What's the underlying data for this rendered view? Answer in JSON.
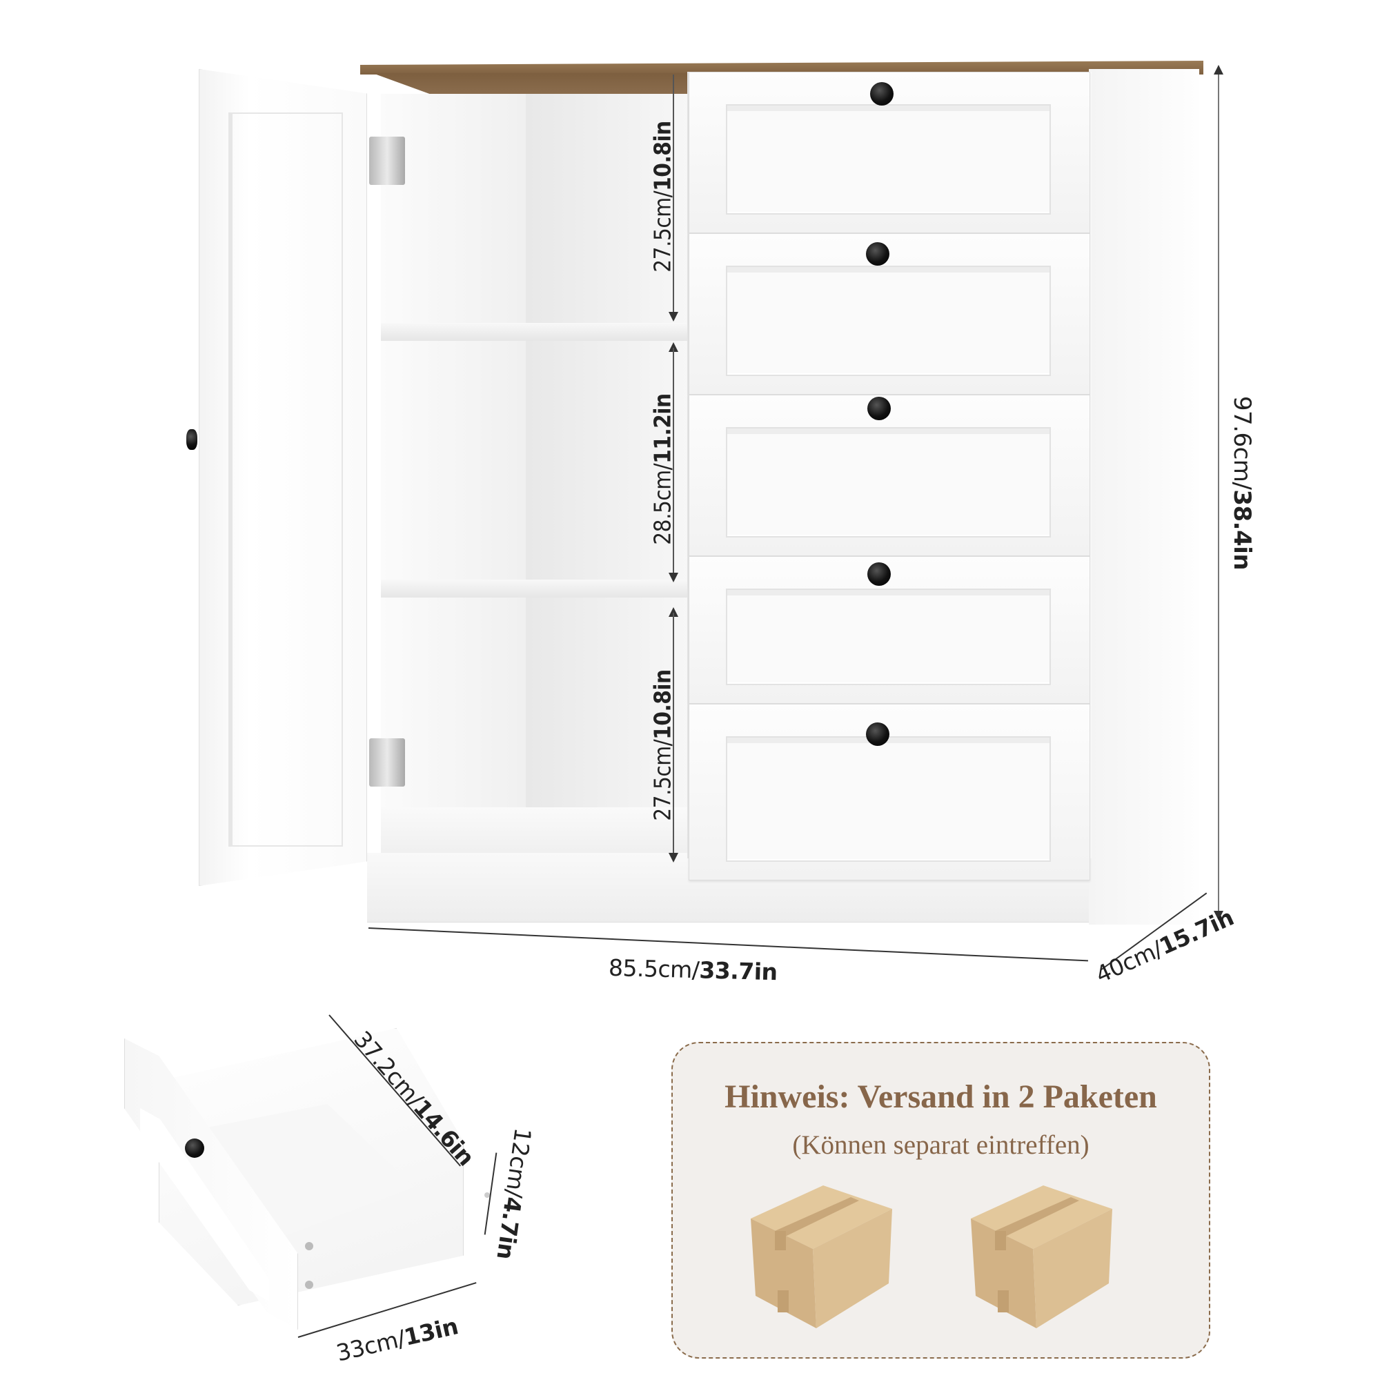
{
  "product": {
    "name": "Cabinet with door and 5 drawers",
    "colors": {
      "body": "#ffffff",
      "top_wood": "#8a6b47",
      "knob": "#111111",
      "notice_text": "#87664a",
      "notice_bg": "#f2efec",
      "notice_border": "#8a6b4b",
      "box": "#d7b98d"
    }
  },
  "dimensions": {
    "compartment_top": {
      "cm": "27.5cm/",
      "in": "10.8in"
    },
    "compartment_middle": {
      "cm": "28.5cm/",
      "in": "11.2in"
    },
    "compartment_bottom": {
      "cm": "27.5cm/",
      "in": "10.8in"
    },
    "height": {
      "cm": "97.6cm/",
      "in": "38.4in"
    },
    "width": {
      "cm": "85.5cm/",
      "in": "33.7in"
    },
    "depth": {
      "cm": "40cm/",
      "in": "15.7in"
    },
    "drawer_length": {
      "cm": "37.2cm/",
      "in": "14.6in"
    },
    "drawer_height": {
      "cm": "12cm/",
      "in": "4.7in"
    },
    "drawer_width": {
      "cm": "33cm/",
      "in": "13in"
    }
  },
  "notice": {
    "title": "Hinweis: Versand in 2 Paketen",
    "subtitle": "(Können separat eintreffen)",
    "package_count": 2
  }
}
